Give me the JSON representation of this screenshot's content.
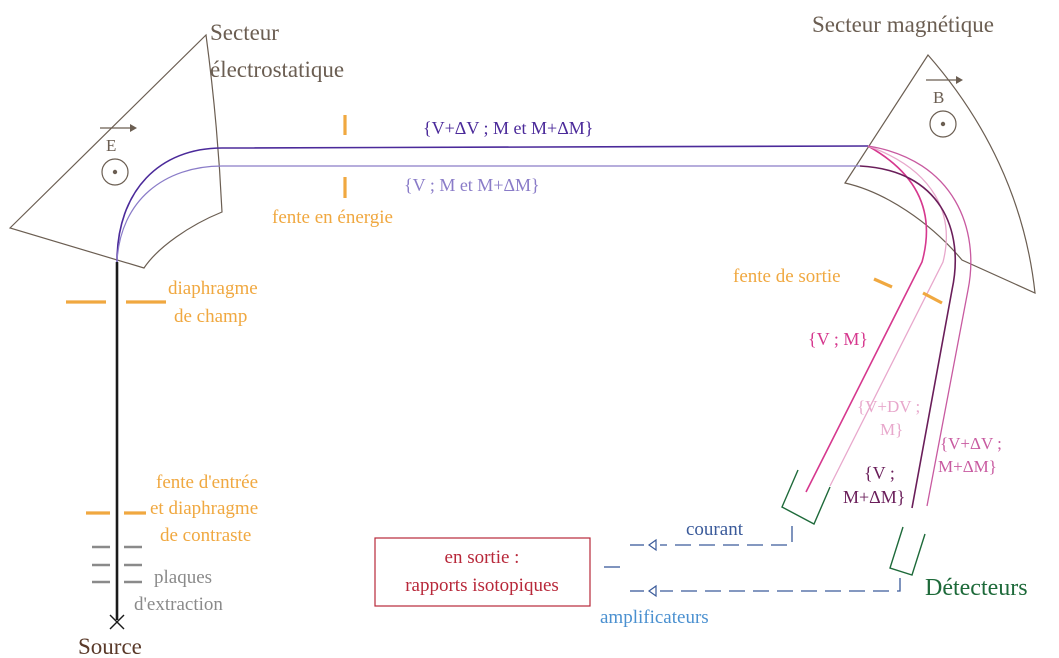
{
  "labels": {
    "electrostatic_sector": [
      "Secteur",
      "électrostatique"
    ],
    "magnetic_sector": "Secteur magnétique",
    "field_e": "E",
    "field_b": "B",
    "beam_upper": "{V+ΔV ; M et M+ΔM}",
    "beam_lower": "{V ; M et M+ΔM}",
    "energy_slit": "fente en énergie",
    "field_diaphragm": [
      "diaphragme",
      "de champ"
    ],
    "entrance_slit": [
      "fente d'entrée",
      "et diaphragme",
      "de contraste"
    ],
    "extraction_plates": [
      "plaques",
      "d'extraction"
    ],
    "source": "Source",
    "exit_slit": "fente de sortie",
    "beam_v_m": "{V ; M}",
    "beam_vdv_m": [
      "{V+DV ;",
      "M}"
    ],
    "beam_v_mdm": [
      "{V ;",
      "M+ΔM}"
    ],
    "beam_vdv_mdm": [
      "{V+ΔV ;",
      "M+ΔM}"
    ],
    "current": "courant",
    "output": [
      "en sortie :",
      "rapports isotopiques"
    ],
    "detectors": "Détecteurs",
    "amplifiers": "amplificateurs"
  },
  "colors": {
    "sector_outline": "#6b5e52",
    "slit": "#f0a840",
    "slit_text": "#f0a840",
    "beam_dark_violet": "#4b2a9a",
    "beam_light_violet": "#8a7cc8",
    "beam_magenta": "#d6388e",
    "beam_pink_light": "#e8a8cc",
    "beam_dark_plum": "#6a1e5a",
    "beam_mid_pink": "#c85aa0",
    "detector_green": "#1e6a3a",
    "signal_blue": "#3a5a9a",
    "amplifier_text": "#4a90d0",
    "output_red": "#b8283a",
    "gray_text": "#8a8a8a",
    "source_text": "#5a3a2a"
  }
}
